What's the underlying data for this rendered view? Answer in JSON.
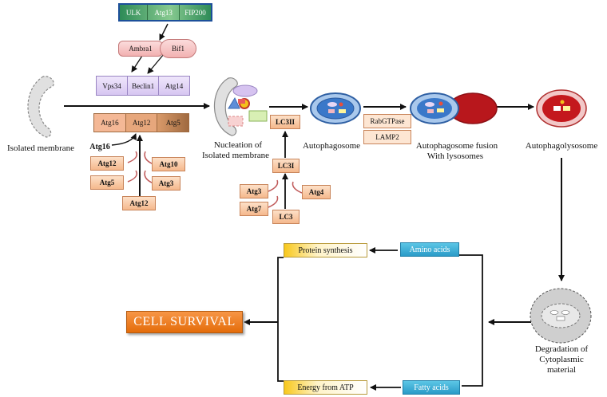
{
  "ulk_complex": [
    "ULK",
    "Atg13",
    "FIP200"
  ],
  "ambra1": "Ambra1",
  "bif1": "Bif1",
  "vps_complex": [
    "Vps34",
    "Beclin1",
    "Atg14"
  ],
  "atg16_complex": [
    "Atg16",
    "Atg12",
    "Atg5"
  ],
  "isolated_membrane": "Isolated membrane",
  "atg16": "Atg16",
  "atg12a": "Atg12",
  "atg10": "Atg10",
  "atg5": "Atg5",
  "atg3a": "Atg3",
  "atg12b": "Atg12",
  "nucleation": [
    "Nucleation of",
    "Isolated membrane"
  ],
  "lc3ii": "LC3II",
  "lc3i": "LC3I",
  "atg3b": "Atg3",
  "atg4": "Atg4",
  "atg7": "Atg7",
  "lc3": "LC3",
  "autophagosome": "Autophagosome",
  "rabgtpase": "RabGTPase",
  "lamp2": "LAMP2",
  "fusion": [
    "Autophagosome fusion",
    "With lysosomes"
  ],
  "autophagolysosome": "Autophagolysosome",
  "degradation": [
    "Degradation of",
    "Cytoplasmic",
    "material"
  ],
  "protein_synthesis": "Protein synthesis",
  "amino_acids": "Amino acids",
  "energy": "Energy from ATP",
  "fatty_acids": "Fatty acids",
  "cell_survival": "CELL SURVIVAL",
  "colors": {
    "arrow": "#111111",
    "inhibit": "#c05a5a",
    "survival": "#e8742a"
  }
}
